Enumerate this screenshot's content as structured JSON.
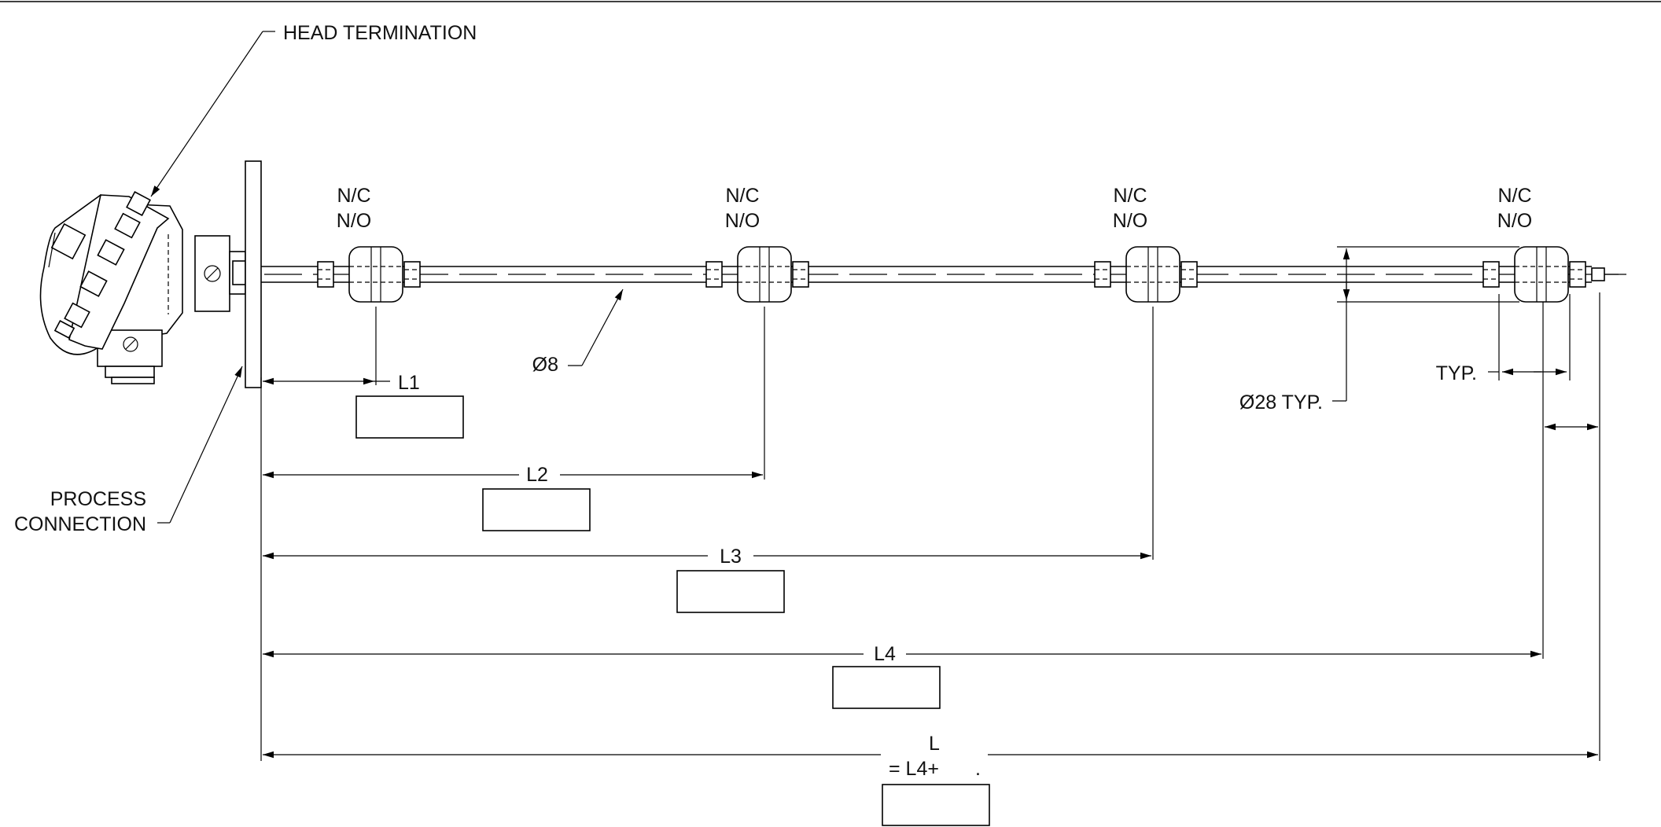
{
  "labels": {
    "head_termination": "HEAD TERMINATION",
    "process_connection_1": "PROCESS",
    "process_connection_2": "CONNECTION",
    "diameter_sheath": "Ø8",
    "diameter_float": "Ø28 TYP.",
    "typ": "TYP.",
    "switch_state_nc": "N/C",
    "switch_state_no": "N/O"
  },
  "dimensions": {
    "l1": "L1",
    "l2": "L2",
    "l3": "L3",
    "l4": "L4",
    "l_total": "L",
    "l_formula": "= L4+",
    "l_formula_dot": "."
  },
  "input_boxes": {
    "l1_value": "",
    "l2_value": "",
    "l3_value": "",
    "l4_value": "",
    "l_value": ""
  }
}
